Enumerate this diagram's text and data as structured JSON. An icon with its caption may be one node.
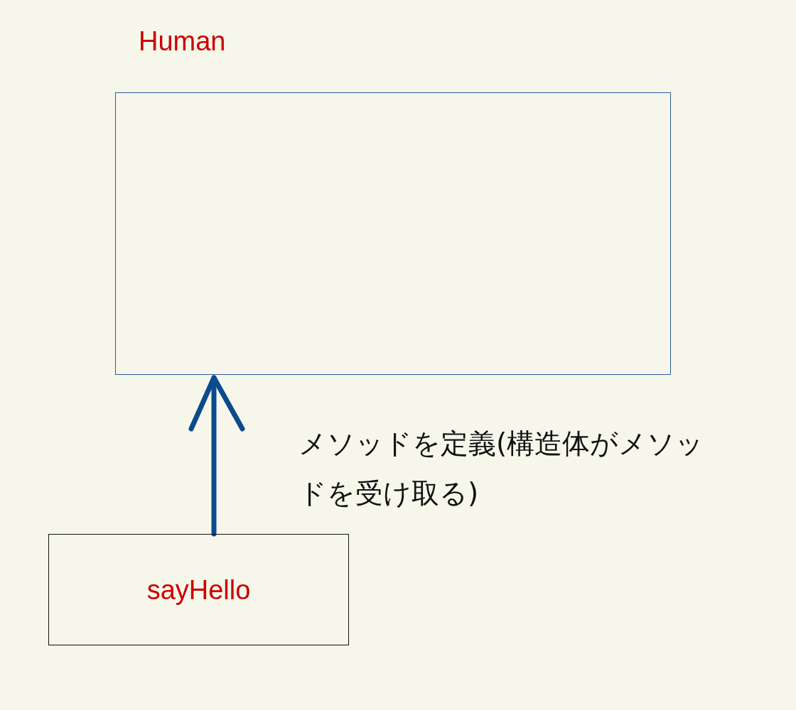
{
  "diagram": {
    "nodes": [
      {
        "text": [
          "Human"
        ]
      },
      {
        "text": [
          "sayHello"
        ]
      }
    ],
    "edges": [
      {
        "from": 1,
        "to": 0,
        "arrow": "to",
        "label": "メソッドを定義(構造体がメソッドを受け取る)",
        "color": "#0b4a8e"
      }
    ]
  }
}
